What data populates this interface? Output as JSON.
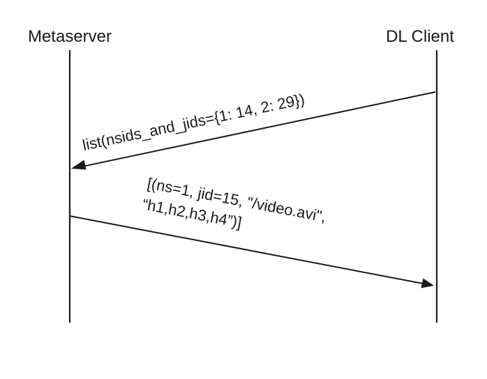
{
  "actors": {
    "left": "Metaserver",
    "right": "DL Client"
  },
  "messages": {
    "request": {
      "label": "list(nsids_and_jids={1: 14, 2: 29})",
      "direction": "right-to-left"
    },
    "response": {
      "line1": "[(ns=1, jid=15, \"/video.avi\",",
      "line2": "“h1,h2,h3,h4”)]",
      "direction": "left-to-right"
    }
  },
  "colors": {
    "ink": "#1a1a1a",
    "background": "#ffffff"
  }
}
